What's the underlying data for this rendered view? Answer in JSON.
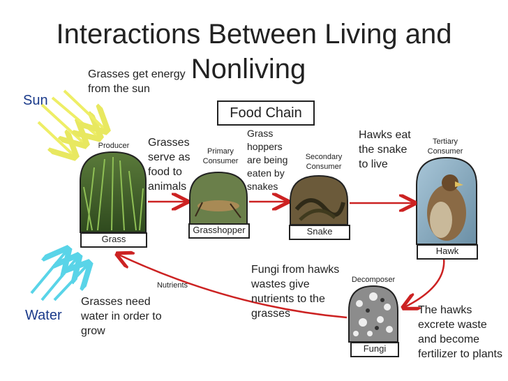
{
  "title_line1": "Interactions Between Living and",
  "title_line2": "Nonliving",
  "food_chain_label": "Food Chain",
  "sun_label": "Sun",
  "water_label": "Water",
  "notes": {
    "grasses_energy": "Grasses get energy from the sun",
    "grasses_food": "Grasses serve as food to animals",
    "grasshoppers_eaten": "Grass hoppers are being eaten by snakes",
    "hawks_eat": "Hawks eat the snake to live",
    "grasses_water": "Grasses need water in order to grow",
    "fungi_nutrients": "Fungi from hawks wastes give nutrients to the grasses",
    "hawks_excrete": "The hawks excrete waste and become fertilizer to plants"
  },
  "nodes": {
    "producer": {
      "role": "Producer",
      "name": "Grass"
    },
    "primary": {
      "role": "Primary Consumer",
      "name": "Grasshopper"
    },
    "secondary": {
      "role": "Secondary Consumer",
      "name": "Snake"
    },
    "tertiary": {
      "role": "Tertiary Consumer",
      "name": "Hawk"
    },
    "decomposer": {
      "role": "Decomposer",
      "name": "Fungi"
    }
  },
  "nutrients_label": "Nutrients",
  "colors": {
    "arrow": "#cc2222",
    "sun": "#f2f27a",
    "water": "#59d4e8",
    "sun_text": "#1a3a8a",
    "water_text": "#1a3a8a"
  }
}
